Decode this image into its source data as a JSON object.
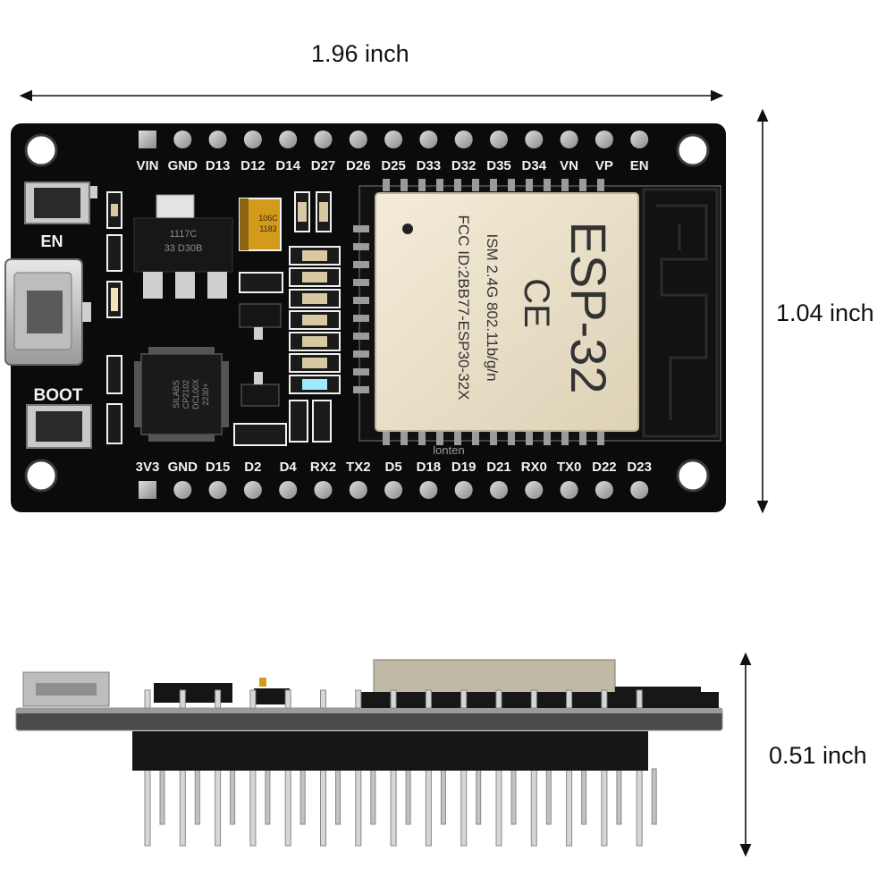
{
  "dimensions": {
    "width": "1.96 inch",
    "height": "1.04 inch",
    "thickness": "0.51 inch"
  },
  "board": {
    "pcb_color": "#0b0b0b",
    "silkscreen_color": "#f2f2f2",
    "top_pins": [
      "VIN",
      "GND",
      "D13",
      "D12",
      "D14",
      "D27",
      "D26",
      "D25",
      "D33",
      "D32",
      "D35",
      "D34",
      "VN",
      "VP",
      "EN"
    ],
    "bottom_pins": [
      "3V3",
      "GND",
      "D15",
      "D2",
      "D4",
      "RX2",
      "TX2",
      "D5",
      "D18",
      "D19",
      "D21",
      "RX0",
      "TX0",
      "D22",
      "D23"
    ],
    "en_button": "EN",
    "boot_button": "BOOT",
    "regulator": [
      "1117C",
      "33 D30B"
    ],
    "usb_chip": [
      "SILABS",
      "CP2102",
      "DCL00X",
      "2230+"
    ],
    "capacitor": [
      "106C",
      "1183"
    ],
    "watermark": "lonten"
  },
  "module": {
    "title": "ESP-32",
    "cert": "CE",
    "line1": "ISM 2.4G 802.11b/g/n",
    "line2": "FCC ID:2BB77-ESP30-32X"
  }
}
